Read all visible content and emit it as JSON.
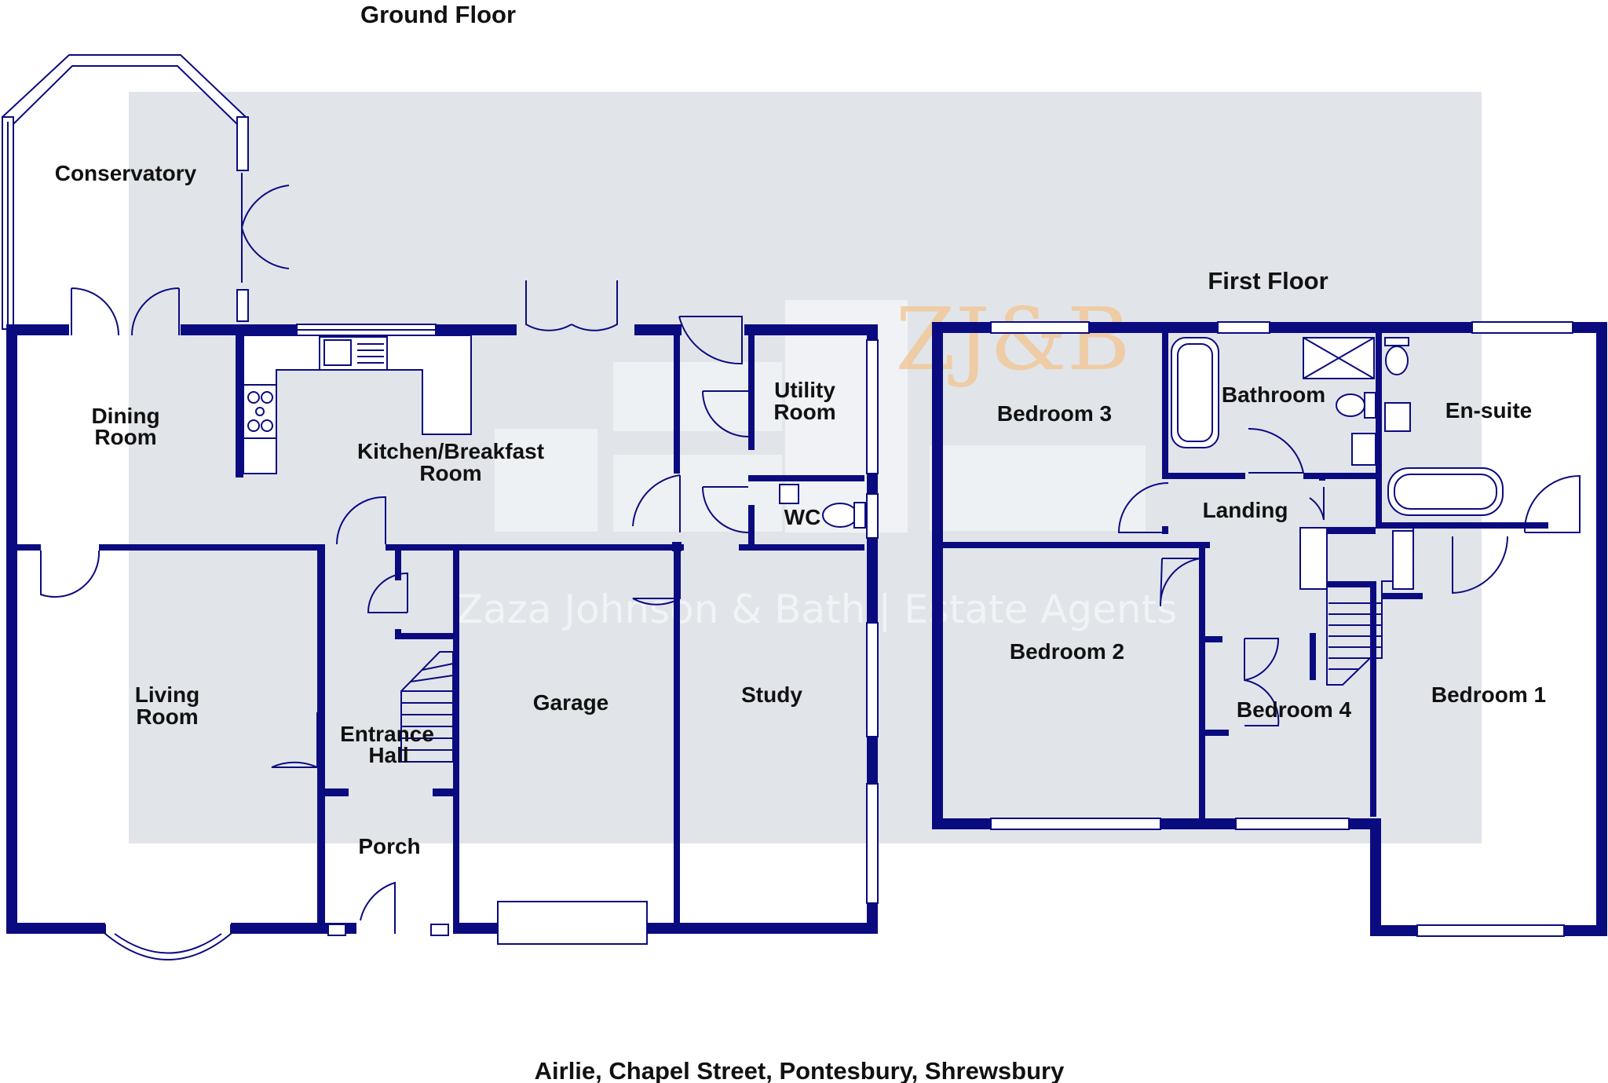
{
  "brand": {
    "logo": "ZJ&B",
    "watermark": "Zaza Johnson & Bath  |  Estate Agents",
    "wall_color": "#0b0b80",
    "overlay_color": "#c8cfd8",
    "logo_color": "#f3c48f"
  },
  "ground_floor": {
    "title": "Ground Floor",
    "rooms": {
      "conservatory": "Conservatory",
      "dining_1": "Dining",
      "dining_2": "Room",
      "kitchen_1": "Kitchen/Breakfast",
      "kitchen_2": "Room",
      "utility_1": "Utility",
      "utility_2": "Room",
      "wc": "WC",
      "living_1": "Living",
      "living_2": "Room",
      "entrance_1": "Entrance",
      "entrance_2": "Hall",
      "garage": "Garage",
      "study": "Study",
      "porch": "Porch"
    }
  },
  "first_floor": {
    "title": "First Floor",
    "rooms": {
      "bedroom3": "Bedroom 3",
      "bathroom": "Bathroom",
      "ensuite": "En-suite",
      "landing": "Landing",
      "bedroom2": "Bedroom 2",
      "bedroom4": "Bedroom 4",
      "bedroom1": "Bedroom 1"
    }
  },
  "address": "Airlie, Chapel Street, Pontesbury, Shrewsbury"
}
